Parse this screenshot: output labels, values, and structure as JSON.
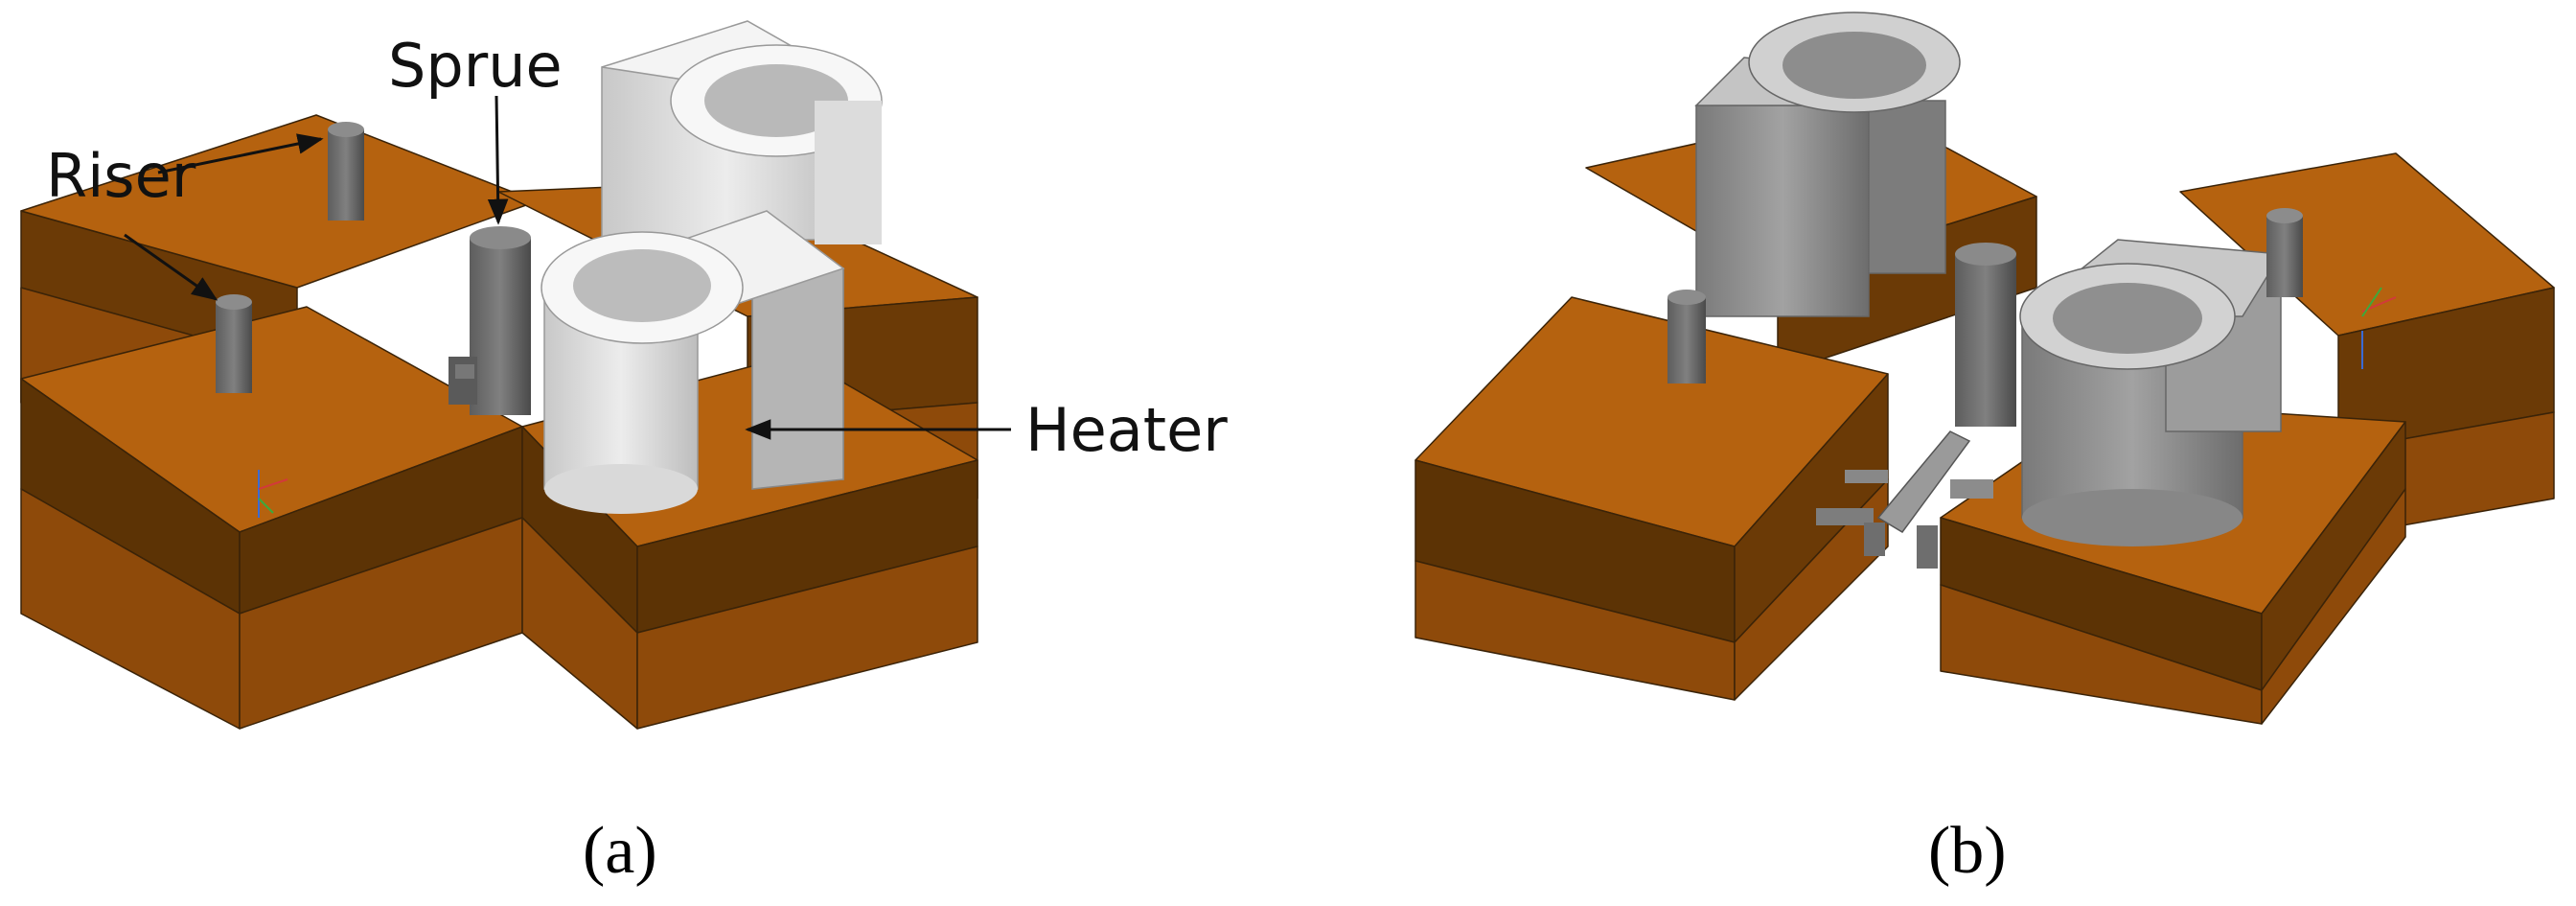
{
  "figure": {
    "panels": [
      {
        "id": "a",
        "caption": "(a)"
      },
      {
        "id": "b",
        "caption": "(b)"
      }
    ],
    "labels": {
      "riser": "Riser",
      "sprue": "Sprue",
      "heater": "Heater"
    },
    "colors": {
      "mold_top": "#b5620f",
      "mold_dark_band": "#5c3305",
      "mold_side": "#8e4a0a",
      "heater_light": "#e6e6e6",
      "heater_grey": "#8f8f8f",
      "metal": "#6b6b6b"
    }
  }
}
